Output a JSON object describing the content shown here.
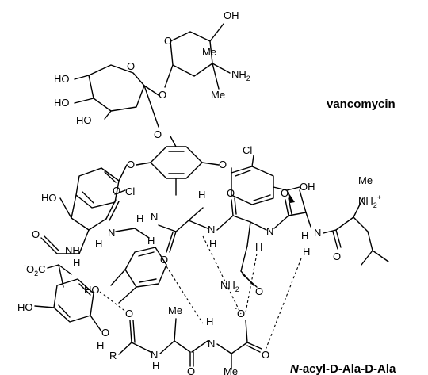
{
  "labels": {
    "vancomycin": "vancomycin",
    "peptide_prefix": "N",
    "peptide_rest": "-acyl-D-Ala-D-Ala"
  },
  "atoms": {
    "oh": "OH",
    "ho": "HO",
    "o": "O",
    "h": "H",
    "n": "N",
    "nh": "NH",
    "nh2": "NH",
    "sub2": "2",
    "me": "Me",
    "cl": "Cl",
    "r": "R",
    "co2": "O",
    "co2_sub": "2",
    "co2_c": "C",
    "plus": "+",
    "minus": "-"
  }
}
